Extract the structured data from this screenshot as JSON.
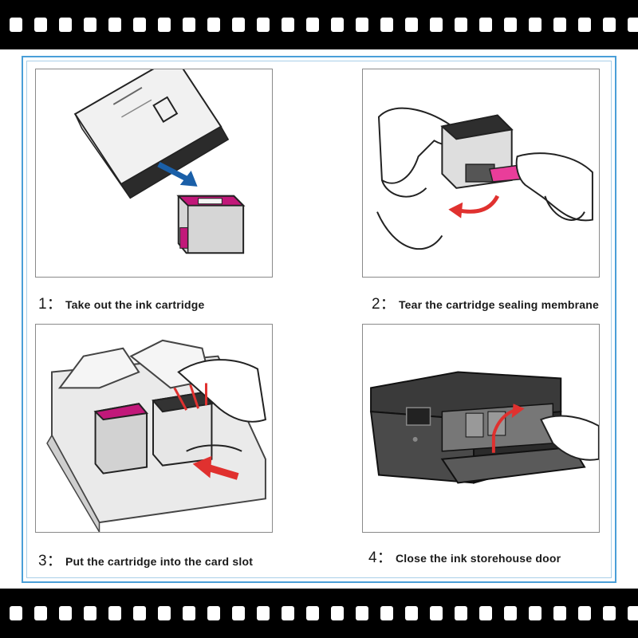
{
  "steps": [
    {
      "number": "1：",
      "text": "Take out the ink cartridge"
    },
    {
      "number": "2：",
      "text": "Tear the cartridge sealing membrane"
    },
    {
      "number": "3：",
      "text": "Put the cartridge into the card slot"
    },
    {
      "number": "4：",
      "text": "Close the ink storehouse door"
    }
  ],
  "icons": [
    "package-icon",
    "cartridge-icon",
    "hand-icon",
    "arrow-icon",
    "printer-icon"
  ],
  "colors": {
    "frame_border": "#4a9fd8",
    "arrow_red": "#e0312f",
    "cartridge_magenta": "#c2187a",
    "film_black": "#000000"
  }
}
